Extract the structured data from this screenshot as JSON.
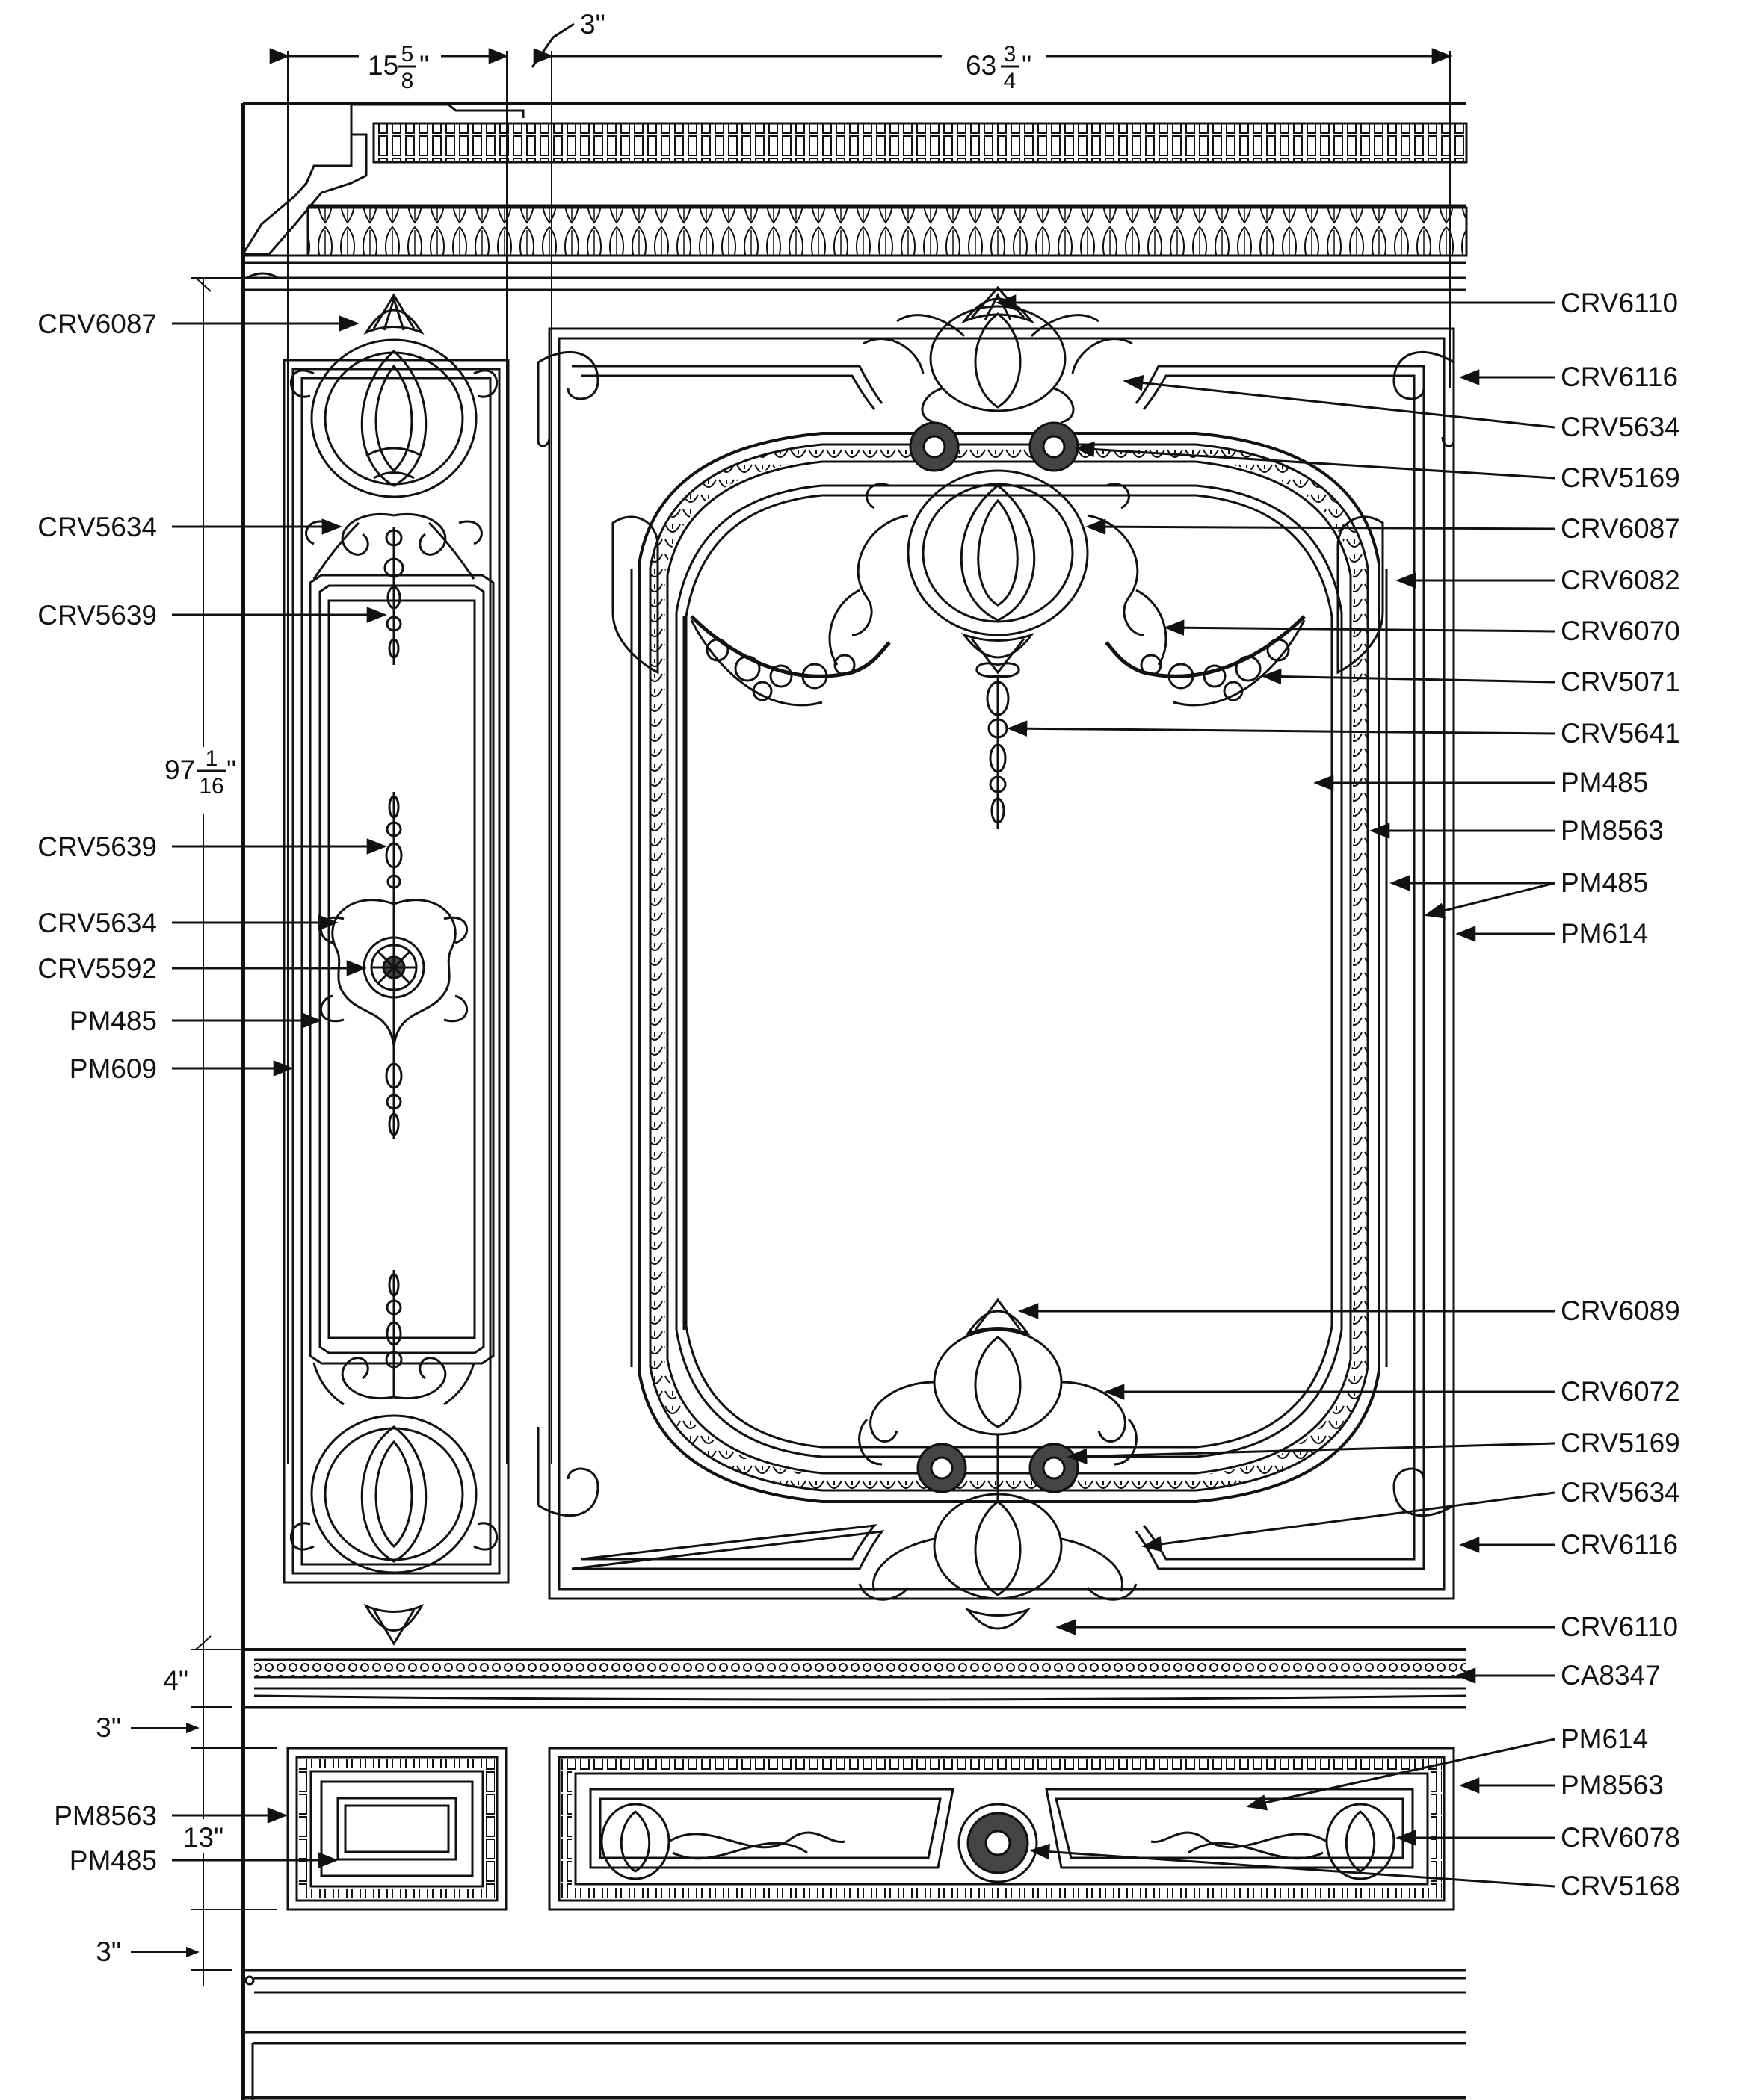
{
  "colors": {
    "ink": "#111111",
    "paper": "#ffffff",
    "fill": "#444444"
  },
  "dimensions": {
    "top_left_width": {
      "whole": "15",
      "num": "5",
      "den": "8",
      "unit": "\""
    },
    "top_gap": "3\"",
    "top_right_width": {
      "whole": "63",
      "num": "3",
      "den": "4",
      "unit": "\""
    },
    "overall_height": {
      "whole": "97",
      "num": "1",
      "den": "16",
      "unit": "\""
    },
    "chair_rail": "4\"",
    "dado_top": "3\"",
    "dado_panel": "13\"",
    "dado_bottom": "3\""
  },
  "labels_right": [
    "CRV6110",
    "CRV6116",
    "CRV5634",
    "CRV5169",
    "CRV6087",
    "CRV6082",
    "CRV6070",
    "CRV5071",
    "CRV5641",
    "PM485",
    "PM8563",
    "PM485",
    "PM614",
    "CRV6089",
    "CRV6072",
    "CRV5169",
    "CRV5634",
    "CRV6116",
    "CRV6110",
    "CA8347",
    "PM614",
    "PM8563",
    "CRV6078",
    "CRV5168"
  ],
  "labels_left": [
    "CRV6087",
    "CRV5634",
    "CRV5639",
    "CRV5639",
    "CRV5634",
    "CRV5592",
    "PM485",
    "PM609",
    "PM8563",
    "PM485"
  ]
}
